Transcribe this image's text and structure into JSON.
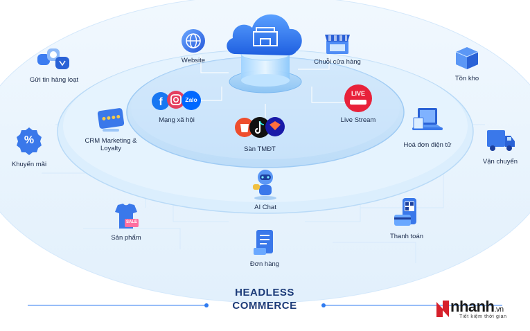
{
  "center": {
    "title_line1": "HEADLESS",
    "title_line2": "COMMERCE"
  },
  "inner_nodes": {
    "website": "Website",
    "retail_chain": "Chuỗi cửa hàng",
    "social": "Mạng xã hội",
    "live_stream": "Live Stream",
    "marketplace": "Sàn TMĐT",
    "ai_chat": "AI Chat"
  },
  "outer_nodes": {
    "bulk_messaging": "Gửi tin hàng loạt",
    "crm": "CRM Marketing & Loyalty",
    "promotion": "Khuyến mãi",
    "product": "Sản phẩm",
    "order": "Đơn hàng",
    "payment": "Thanh toán",
    "invoice": "Hoá đơn điện tử",
    "shipping": "Vận chuyển",
    "inventory": "Tồn kho"
  },
  "icon_text": {
    "zalo": "Zalo",
    "live": "LIVE",
    "sale": "SALE",
    "percent": "%"
  },
  "brand": {
    "name": "nhanh",
    "tld": ".vn",
    "tagline": "Tiết kiệm thời gian"
  },
  "colors": {
    "primary": "#2b6ef2",
    "dark_text": "#1a2a4a",
    "ring_light": "#e6f2fd",
    "platform": "#cfe6fb",
    "facebook": "#1877f2",
    "zalo": "#0068ff",
    "live_red": "#e8213a",
    "brand_red": "#d6202b"
  }
}
